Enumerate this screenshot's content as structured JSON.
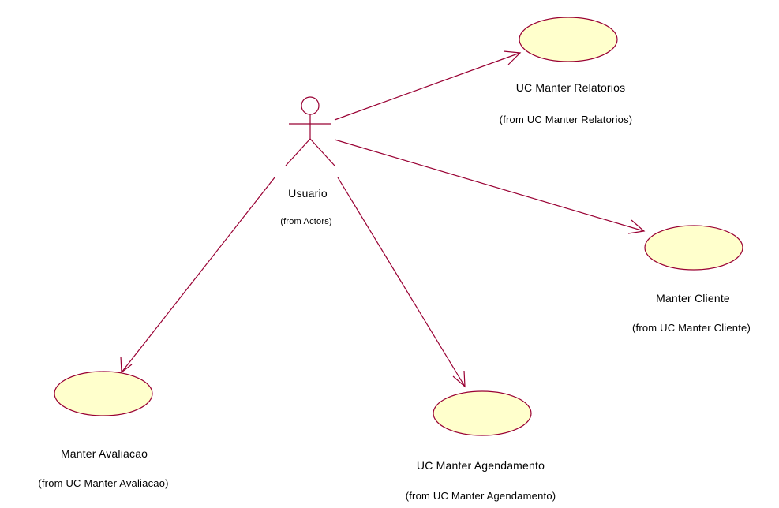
{
  "colors": {
    "usecase_fill": "#ffffcc",
    "usecase_stroke": "#990033",
    "association_stroke": "#990033",
    "actor_stroke": "#990033",
    "text": "#000000",
    "background": "#ffffff"
  },
  "actor": {
    "name": "Usuario",
    "from": "(from Actors)"
  },
  "use_cases": [
    {
      "name": "UC Manter Relatorios",
      "from": "(from UC Manter Relatorios)"
    },
    {
      "name": "Manter Cliente",
      "from": "(from UC Manter Cliente)"
    },
    {
      "name": "Manter Avaliacao",
      "from": "(from UC Manter Avaliacao)"
    },
    {
      "name": "UC Manter Agendamento",
      "from": "(from UC Manter Agendamento)"
    }
  ]
}
